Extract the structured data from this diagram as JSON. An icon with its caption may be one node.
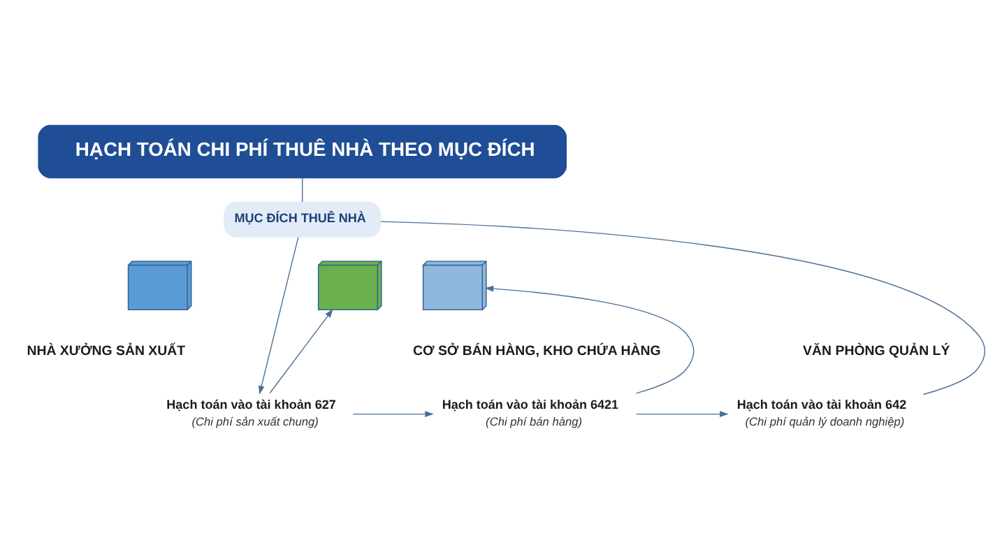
{
  "diagram": {
    "nodes": [
      {
        "text": [
          "HẠCH TOÁN CHI PHÍ THUÊ NHÀ THEO MỤC ĐÍCH"
        ]
      },
      {
        "text": [
          "MỤC ĐÍCH THUÊ NHÀ"
        ]
      },
      {
        "text": [],
        "shape": "picture"
      },
      {
        "text": [
          "NHÀ XƯỞNG SẢN XUẤT"
        ]
      },
      {
        "text": [
          "Hạch toán vào tài khoản 627"
        ],
        "beside": [
          "(Chi phí sản xuất chung)"
        ]
      },
      {
        "text": [],
        "shape": "picture"
      },
      {
        "text": [
          "CƠ SỞ BÁN HÀNG, KHO CHỨA HÀNG"
        ]
      },
      {
        "text": [
          "Hạch toán vào tài khoản 6421"
        ],
        "beside": [
          "(Chi phí bán hàng)"
        ]
      },
      {
        "text": [],
        "shape": "picture"
      },
      {
        "text": [
          "VĂN PHÒNG QUẢN LÝ"
        ]
      },
      {
        "text": [
          "Hạch toán vào tài khoản 642"
        ],
        "beside": [
          "(Chi phí quản lý doanh nghiệp)"
        ]
      }
    ],
    "edges": [
      {
        "from": 0,
        "to": 1,
        "arrow": "none"
      },
      {
        "from": 1,
        "to": 4,
        "arrow": "to"
      },
      {
        "from": 4,
        "to": 5,
        "arrow": "to"
      },
      {
        "from": 4,
        "to": 7,
        "arrow": "to"
      },
      {
        "from": 7,
        "to": 8,
        "arrow": "to"
      },
      {
        "from": 7,
        "to": 10,
        "arrow": "to"
      },
      {
        "from": 10,
        "to": 1,
        "arrow": "none"
      }
    ]
  }
}
